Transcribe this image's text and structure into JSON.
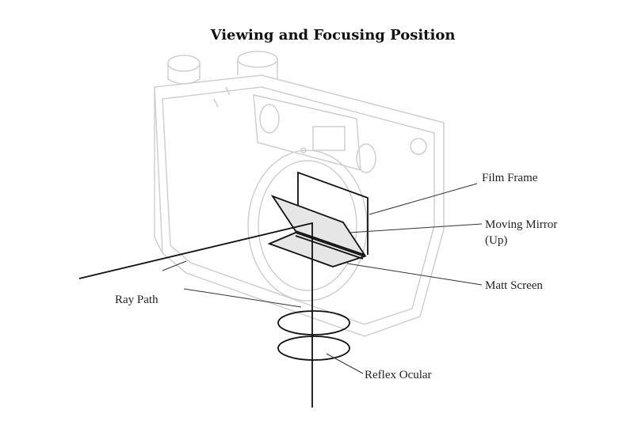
{
  "title": "Viewing and Focusing Position",
  "labels": {
    "film_frame": "Film Frame",
    "moving_mirror": "Moving Mirror",
    "moving_mirror_state": "(Up)",
    "matt_screen": "Matt Screen",
    "ray_path": "Ray Path",
    "reflex_ocular": "Reflex Ocular"
  }
}
